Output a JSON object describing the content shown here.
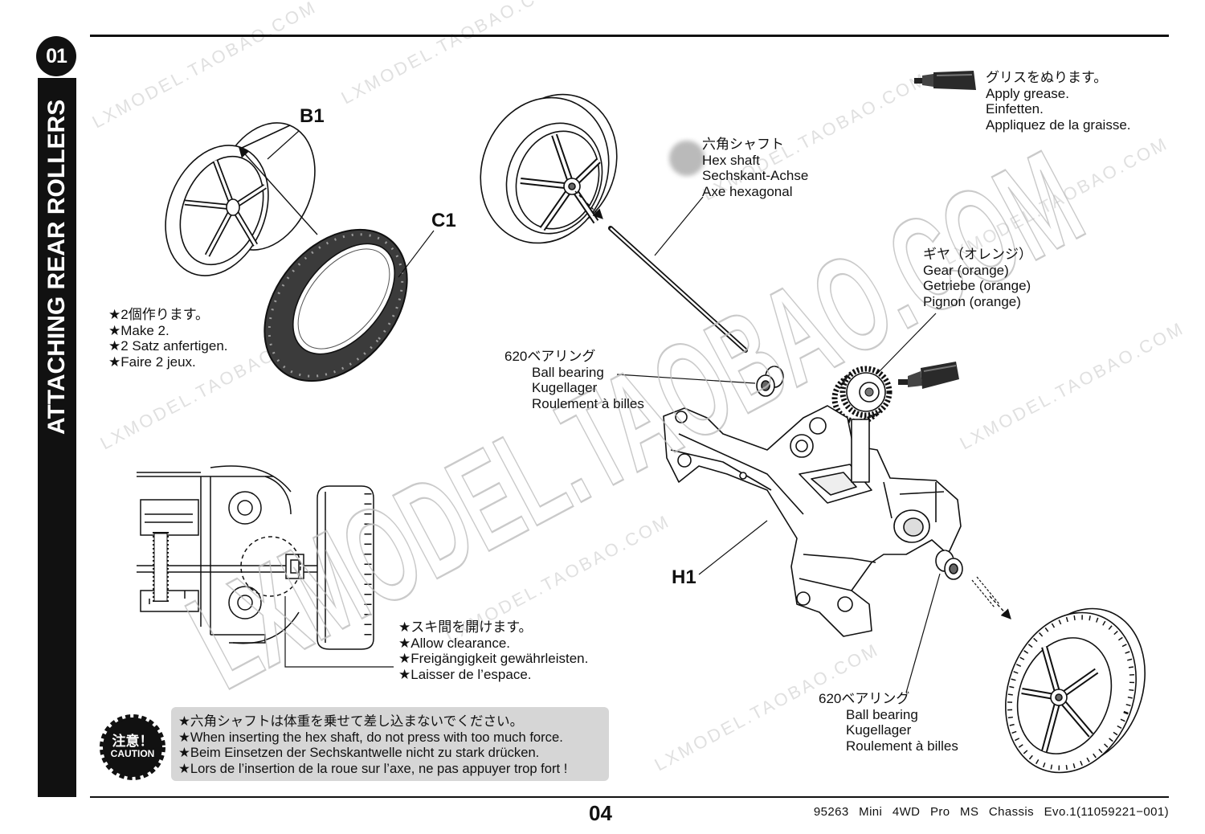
{
  "step": {
    "number": "01",
    "title": "ATTACHING REAR ROLLERS"
  },
  "parts": {
    "b1": "B1",
    "c1": "C1",
    "h1": "H1"
  },
  "notes": {
    "make2": [
      "★2個作ります。",
      "★Make 2.",
      "★2 Satz anfertigen.",
      "★Faire 2 jeux."
    ],
    "grease": [
      "グリスをぬります。",
      "Apply grease.",
      "Einfetten.",
      "Appliquez de la graisse."
    ],
    "hex_shaft": [
      "六角シャフト",
      "Hex shaft",
      "Sechskant-Achse",
      "Axe hexagonal"
    ],
    "gear": [
      "ギヤ（オレンジ）",
      "Gear (orange)",
      "Getriebe (orange)",
      "Pignon (orange)"
    ],
    "bearing_top": [
      "620ベアリング",
      "Ball bearing",
      "Kugellager",
      "Roulement à billes"
    ],
    "bearing_bottom": [
      "620ベアリング",
      "Ball bearing",
      "Kugellager",
      "Roulement à billes"
    ],
    "clearance": [
      "★スキ間を開けます。",
      "★Allow clearance.",
      "★Freigängigkeit gewährleisten.",
      "★Laisser de l’espace."
    ]
  },
  "caution": {
    "badge_jp": "注意！",
    "badge_en": "CAUTION",
    "lines": [
      "★六角シャフトは体重を乗せて差し込まないでください。",
      "★When inserting the hex shaft, do not press with too much force.",
      "★Beim Einsetzen der Sechskantwelle nicht zu stark drücken.",
      "★Lors de l’insertion de la roue sur l’axe, ne pas appuyer trop fort !"
    ]
  },
  "footer": {
    "page": "04",
    "product": "95263 Mini 4WD Pro MS Chassis Evo.1(11059221−001)"
  },
  "watermark": "LXMODEL.TAOBAO.COM",
  "icons": {
    "grease": "grease-tube-icon",
    "caution": "caution-badge-icon"
  },
  "colors": {
    "ink": "#111111",
    "caution_box": "#d6d6d6",
    "tire": "#3b3b3b"
  }
}
